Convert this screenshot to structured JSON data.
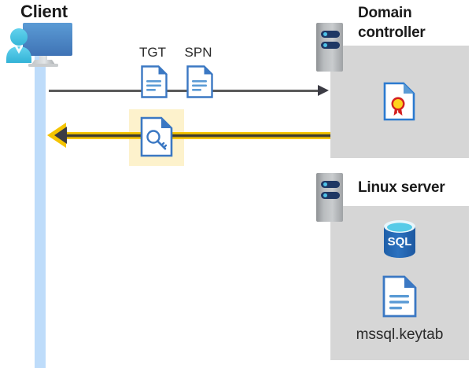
{
  "diagram": {
    "title_client": "Client",
    "title_domain_controller": "Domain\ncontroller",
    "title_linux_server": "Linux server",
    "labels": {
      "tgt": "TGT",
      "spn": "SPN",
      "keytab_file": "mssql.keytab"
    },
    "icons": {
      "client": "user-at-monitor-icon",
      "tgt_document": "document-icon",
      "spn_document": "document-icon",
      "kerberos_ticket": "document-with-key-icon",
      "domain_controller_rack": "server-rack-icon",
      "linux_server_rack": "server-rack-icon",
      "certificate": "certificate-document-icon",
      "sql_database": "sql-database-icon",
      "keytab_document": "document-icon"
    },
    "connectors": {
      "request": {
        "name": "request-arrow",
        "direction": "client-to-domain-controller",
        "style": "thin-gray-line-with-arrowhead"
      },
      "response": {
        "name": "response-arrow",
        "direction": "domain-controller-to-client",
        "style": "gold-double-line-with-arrowhead"
      }
    },
    "colors": {
      "accent_blue": "#3b78c3",
      "lifeline_blue": "#bedcfa",
      "panel_gray": "#d6d6d6",
      "highlight_yellow": "#fdf2cc",
      "arrow_gold": "#f5c400",
      "arrow_dark": "#3b3b44",
      "rack_navy": "#1f3864",
      "rack_dot_cyan": "#4ec3e8",
      "cert_seal_gold": "#ffd21e",
      "cert_ribbon_red": "#d32020",
      "sql_blue": "#2b6cb8"
    }
  }
}
